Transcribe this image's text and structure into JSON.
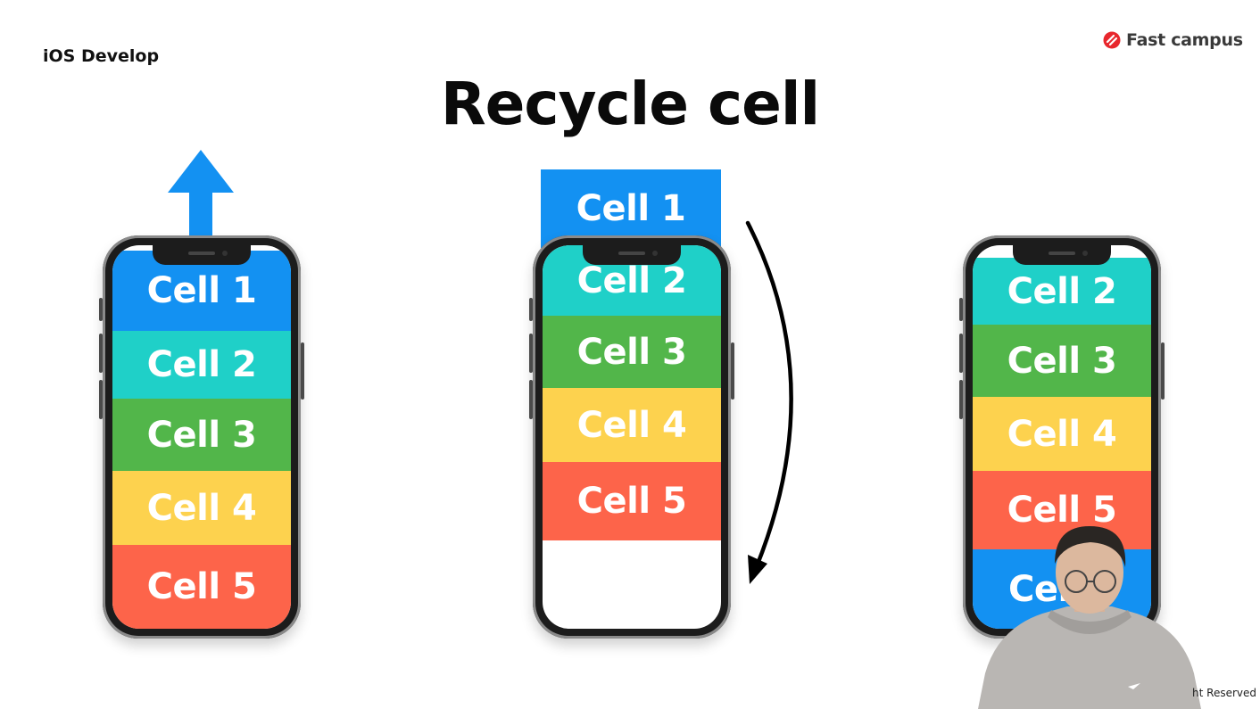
{
  "header": {
    "course": "iOS Develop",
    "brand": "Fast campus",
    "title": "Recycle cell"
  },
  "colors": {
    "blue": "#1391f2",
    "teal": "#1fd0c8",
    "green": "#52b64a",
    "yellow": "#fdd24e",
    "red": "#fd644a"
  },
  "phones": [
    {
      "cells": [
        {
          "label": "Cell 1",
          "color": "#1391f2"
        },
        {
          "label": "Cell 2",
          "color": "#1fd0c8"
        },
        {
          "label": "Cell 3",
          "color": "#52b64a"
        },
        {
          "label": "Cell 4",
          "color": "#fdd24e"
        },
        {
          "label": "Cell 5",
          "color": "#fd644a"
        }
      ]
    },
    {
      "floating": {
        "label": "Cell 1",
        "color": "#1391f2"
      },
      "cells": [
        {
          "label": "Cell 2",
          "color": "#1fd0c8"
        },
        {
          "label": "Cell 3",
          "color": "#52b64a"
        },
        {
          "label": "Cell 4",
          "color": "#fdd24e"
        },
        {
          "label": "Cell 5",
          "color": "#fd644a"
        }
      ]
    },
    {
      "cells": [
        {
          "label": "Cell 2",
          "color": "#1fd0c8"
        },
        {
          "label": "Cell 3",
          "color": "#52b64a"
        },
        {
          "label": "Cell 4",
          "color": "#fdd24e"
        },
        {
          "label": "Cell 5",
          "color": "#fd644a"
        },
        {
          "label": "Cel",
          "color": "#1391f2"
        }
      ]
    }
  ],
  "footer": {
    "copyright": "ht Reserved"
  }
}
